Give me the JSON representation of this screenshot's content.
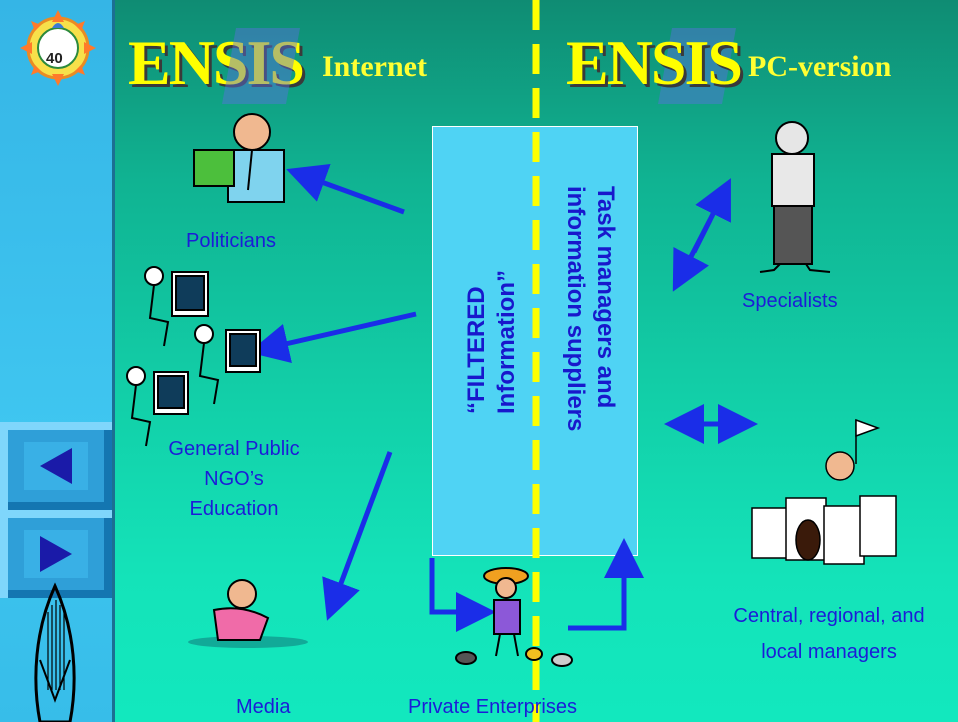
{
  "header": {
    "logo_word_left": "ENSIS",
    "internet_label": "Internet",
    "logo_word_right": "ENSIS",
    "pc_label": "PC-version"
  },
  "badge": {
    "number": "40"
  },
  "center_box": {
    "right_line1": "Task managers and",
    "right_line2": "information suppliers",
    "left_line1": "“FILTERED",
    "left_line2": "Information”"
  },
  "labels": {
    "politicians": "Politicians",
    "public_line1": "General Public",
    "public_line2": "NGO’s",
    "public_line3": "Education",
    "media": "Media",
    "private": "Private Enterprises",
    "specialists": "Specialists",
    "managers_line1": "Central, regional, and",
    "managers_line2": "local managers"
  },
  "colors": {
    "arrow": "#1a2de8",
    "divider": "#ffff00",
    "label_text": "#1c1cd8",
    "box_fill": "#4fd3f4"
  },
  "nav": {
    "prev_icon": "left-triangle",
    "next_icon": "right-triangle"
  }
}
